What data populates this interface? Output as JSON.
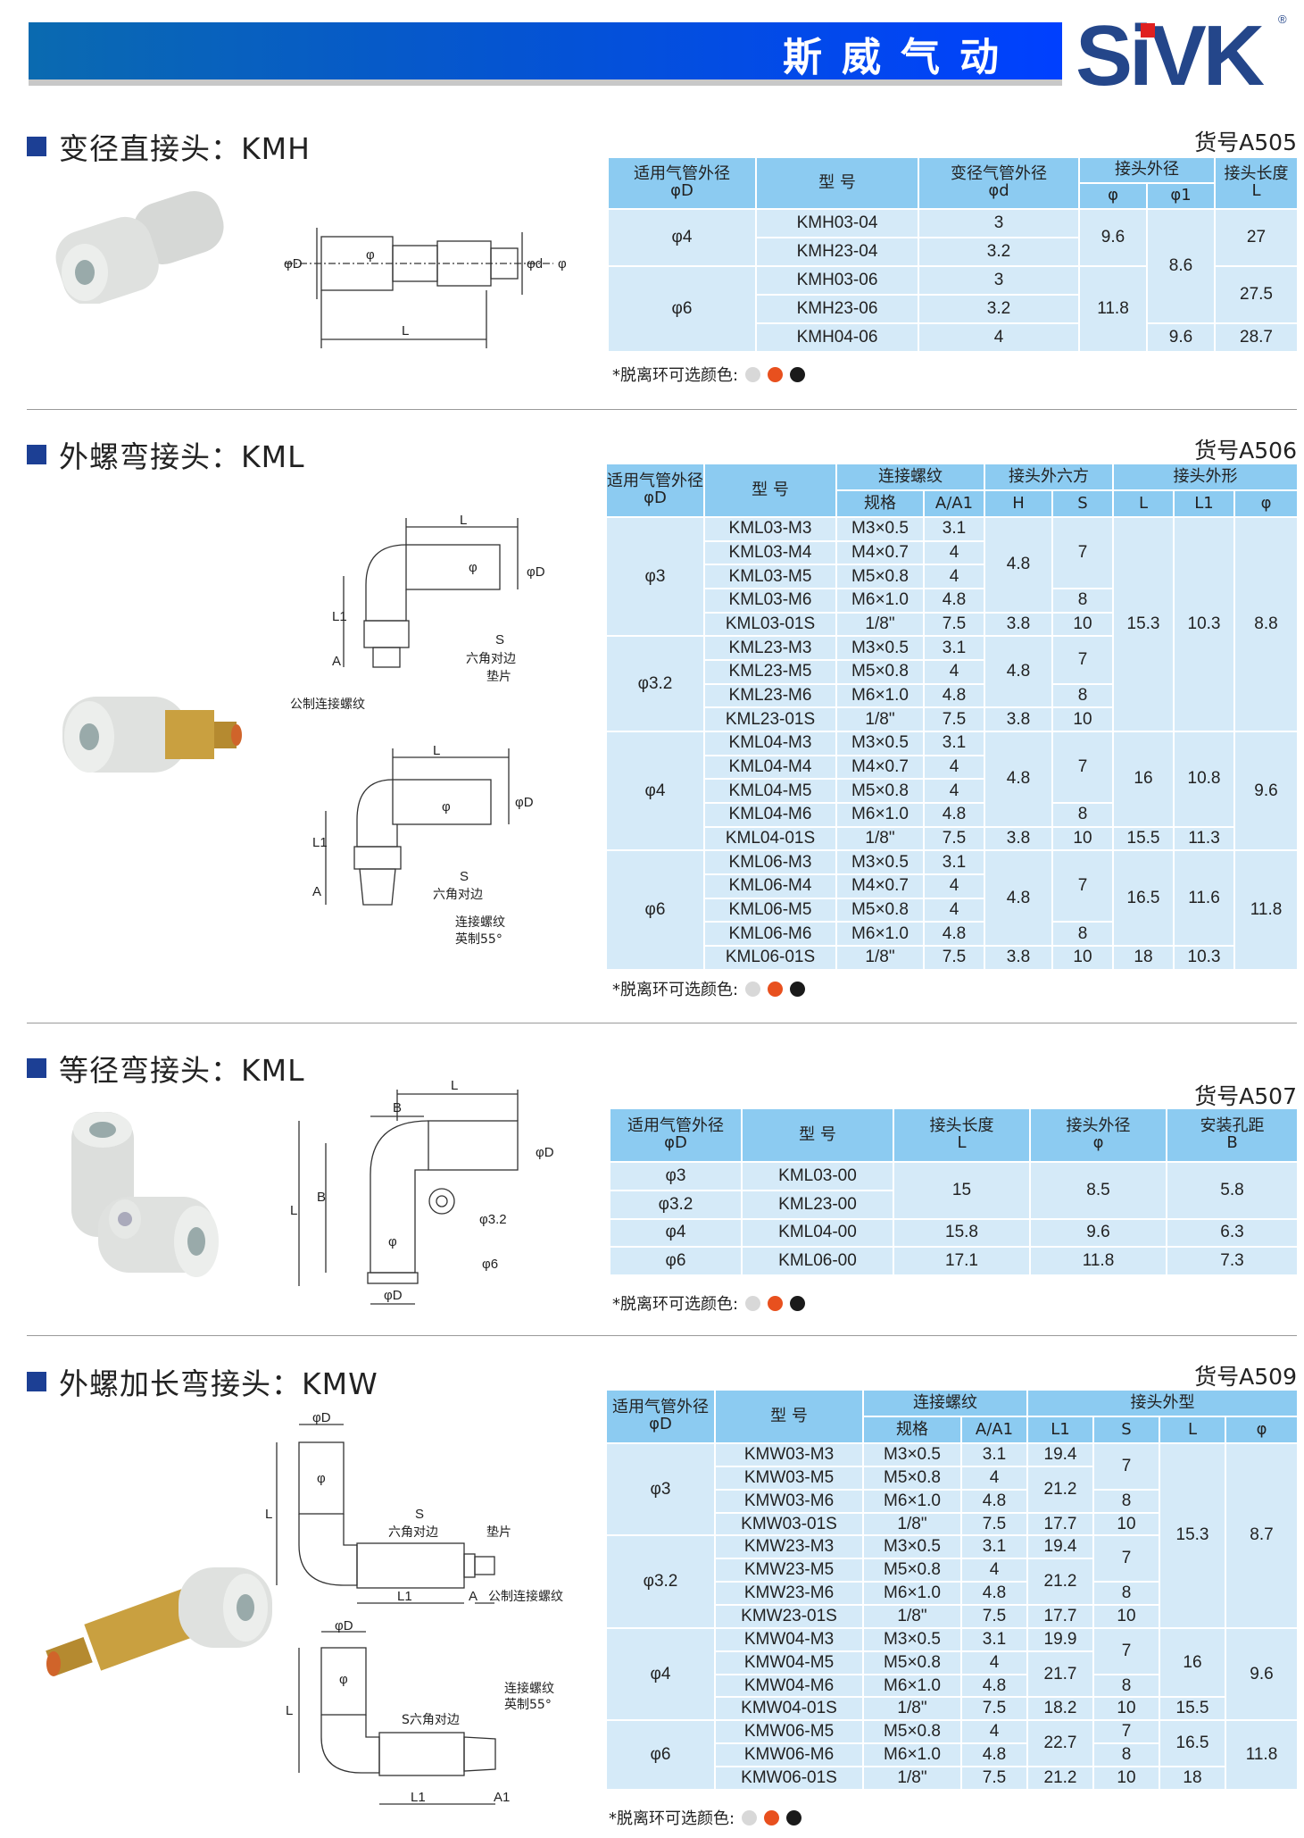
{
  "header": {
    "brand_cn": "斯威气动",
    "logo": "SiVK",
    "reg": "®"
  },
  "colors": {
    "header_blue": "#0040ff",
    "logo_navy": "#24468a",
    "table_head": "#8ccbf1",
    "table_body": "#d5eaf8",
    "ring_options": [
      "#d8d8d8",
      "#e8501e",
      "#1a1a1a"
    ]
  },
  "note_label": "*脱离环可选颜色:",
  "sections": [
    {
      "title": "变径直接头：KMH",
      "code": "货号A505",
      "drawing": {
        "phiD": "φD",
        "phi_a": "φ",
        "phid": "φd",
        "phi_b": "φ",
        "L": "L"
      },
      "table": {
        "head": [
          [
            {
              "t": "适用气管外径\nφD",
              "r": 2
            },
            {
              "t": "型 号",
              "r": 2
            },
            {
              "t": "变径气管外径\nφd",
              "r": 2
            },
            {
              "t": "接头外径",
              "c": 2
            },
            {
              "t": "接头长度\nL",
              "r": 2
            }
          ],
          [
            {
              "t": "φ"
            },
            {
              "t": "φ1"
            }
          ]
        ],
        "rows": [
          [
            {
              "t": "φ4",
              "r": 2
            },
            {
              "t": "KMH03-04"
            },
            {
              "t": "3"
            },
            {
              "t": "9.6",
              "r": 2
            },
            {
              "t": "8.6",
              "r": 4
            },
            {
              "t": "27",
              "r": 2
            }
          ],
          [
            {
              "t": "KMH23-04"
            },
            {
              "t": "3.2"
            }
          ],
          [
            {
              "t": "φ6",
              "r": 3
            },
            {
              "t": "KMH03-06"
            },
            {
              "t": "3"
            },
            {
              "t": "11.8",
              "r": 3
            },
            {
              "t": "27.5",
              "r": 2
            }
          ],
          [
            {
              "t": "KMH23-06"
            },
            {
              "t": "3.2"
            }
          ],
          [
            {
              "t": "KMH04-06"
            },
            {
              "t": "4"
            },
            {
              "t": "9.6"
            },
            {
              "t": "28.7"
            }
          ]
        ]
      }
    },
    {
      "title": "外螺弯接头：KML",
      "code": "货号A506",
      "drawing": {
        "top": {
          "L": "L",
          "phiD": "φD",
          "phi": "φ",
          "L1": "L1",
          "A": "A",
          "S": "S",
          "hex": "六角对边",
          "washer": "垫片",
          "metric": "公制连接螺纹"
        },
        "bottom": {
          "L": "L",
          "phiD": "φD",
          "phi": "φ",
          "L1": "L1",
          "A": "A",
          "S": "S",
          "hex": "六角对边",
          "thread": "连接螺纹",
          "imperial": "英制55°"
        }
      },
      "table": {
        "head": [
          [
            {
              "t": "适用气管外径\nφD",
              "r": 2
            },
            {
              "t": "型 号",
              "r": 2
            },
            {
              "t": "连接螺纹",
              "c": 2
            },
            {
              "t": "接头外六方",
              "c": 2
            },
            {
              "t": "接头外形",
              "c": 3
            }
          ],
          [
            {
              "t": "规格"
            },
            {
              "t": "A/A1"
            },
            {
              "t": "H"
            },
            {
              "t": "S"
            },
            {
              "t": "L"
            },
            {
              "t": "L1"
            },
            {
              "t": "φ"
            }
          ]
        ],
        "rows": [
          [
            {
              "t": "φ3",
              "r": 5
            },
            {
              "t": "KML03-M3"
            },
            {
              "t": "M3×0.5"
            },
            {
              "t": "3.1"
            },
            {
              "t": "4.8",
              "r": 4
            },
            {
              "t": "7",
              "r": 3
            },
            {
              "t": "15.3",
              "r": 9
            },
            {
              "t": "10.3",
              "r": 9
            },
            {
              "t": "8.8",
              "r": 9
            }
          ],
          [
            {
              "t": "KML03-M4"
            },
            {
              "t": "M4×0.7"
            },
            {
              "t": "4"
            }
          ],
          [
            {
              "t": "KML03-M5"
            },
            {
              "t": "M5×0.8"
            },
            {
              "t": "4"
            }
          ],
          [
            {
              "t": "KML03-M6"
            },
            {
              "t": "M6×1.0"
            },
            {
              "t": "4.8"
            },
            {
              "t": "8"
            }
          ],
          [
            {
              "t": "KML03-01S"
            },
            {
              "t": "1/8\""
            },
            {
              "t": "7.5"
            },
            {
              "t": "3.8"
            },
            {
              "t": "10"
            }
          ],
          [
            {
              "t": "φ3.2",
              "r": 4
            },
            {
              "t": "KML23-M3"
            },
            {
              "t": "M3×0.5"
            },
            {
              "t": "3.1"
            },
            {
              "t": "4.8",
              "r": 3
            },
            {
              "t": "7",
              "r": 2
            }
          ],
          [
            {
              "t": "KML23-M5"
            },
            {
              "t": "M5×0.8"
            },
            {
              "t": "4"
            }
          ],
          [
            {
              "t": "KML23-M6"
            },
            {
              "t": "M6×1.0"
            },
            {
              "t": "4.8"
            },
            {
              "t": "8"
            }
          ],
          [
            {
              "t": "KML23-01S"
            },
            {
              "t": "1/8\""
            },
            {
              "t": "7.5"
            },
            {
              "t": "3.8"
            },
            {
              "t": "10"
            }
          ],
          [
            {
              "t": "φ4",
              "r": 5
            },
            {
              "t": "KML04-M3"
            },
            {
              "t": "M3×0.5"
            },
            {
              "t": "3.1"
            },
            {
              "t": "4.8",
              "r": 4
            },
            {
              "t": "7",
              "r": 3
            },
            {
              "t": "16",
              "r": 4
            },
            {
              "t": "10.8",
              "r": 4
            },
            {
              "t": "9.6",
              "r": 5
            }
          ],
          [
            {
              "t": "KML04-M4"
            },
            {
              "t": "M4×0.7"
            },
            {
              "t": "4"
            }
          ],
          [
            {
              "t": "KML04-M5"
            },
            {
              "t": "M5×0.8"
            },
            {
              "t": "4"
            }
          ],
          [
            {
              "t": "KML04-M6"
            },
            {
              "t": "M6×1.0"
            },
            {
              "t": "4.8"
            },
            {
              "t": "8"
            }
          ],
          [
            {
              "t": "KML04-01S"
            },
            {
              "t": "1/8\""
            },
            {
              "t": "7.5"
            },
            {
              "t": "3.8"
            },
            {
              "t": "10"
            },
            {
              "t": "15.5"
            },
            {
              "t": "11.3"
            }
          ],
          [
            {
              "t": "φ6",
              "r": 5
            },
            {
              "t": "KML06-M3"
            },
            {
              "t": "M3×0.5"
            },
            {
              "t": "3.1"
            },
            {
              "t": "4.8",
              "r": 4
            },
            {
              "t": "7",
              "r": 3
            },
            {
              "t": "16.5",
              "r": 4
            },
            {
              "t": "11.6",
              "r": 4
            },
            {
              "t": "11.8",
              "r": 5
            }
          ],
          [
            {
              "t": "KML06-M4"
            },
            {
              "t": "M4×0.7"
            },
            {
              "t": "4"
            }
          ],
          [
            {
              "t": "KML06-M5"
            },
            {
              "t": "M5×0.8"
            },
            {
              "t": "4"
            }
          ],
          [
            {
              "t": "KML06-M6"
            },
            {
              "t": "M6×1.0"
            },
            {
              "t": "4.8"
            },
            {
              "t": "8"
            }
          ],
          [
            {
              "t": "KML06-01S"
            },
            {
              "t": "1/8\""
            },
            {
              "t": "7.5"
            },
            {
              "t": "3.8"
            },
            {
              "t": "10"
            },
            {
              "t": "18"
            },
            {
              "t": "10.3"
            }
          ]
        ]
      }
    },
    {
      "title": "等径弯接头：KML",
      "code": "货号A507",
      "drawing": {
        "L_top": "L",
        "B_top": "B",
        "phiD_right": "φD",
        "B_side": "B",
        "L_side": "L",
        "phi": "φ",
        "phi32": "φ3.2",
        "phi6": "φ6",
        "phiD_bottom": "φD"
      },
      "table": {
        "head": [
          [
            {
              "t": "适用气管外径\nφD"
            },
            {
              "t": "型 号"
            },
            {
              "t": "接头长度\nL"
            },
            {
              "t": "接头外径\nφ"
            },
            {
              "t": "安装孔距\nB"
            }
          ]
        ],
        "rows": [
          [
            {
              "t": "φ3"
            },
            {
              "t": "KML03-00"
            },
            {
              "t": "15",
              "r": 2
            },
            {
              "t": "8.5",
              "r": 2
            },
            {
              "t": "5.8",
              "r": 2
            }
          ],
          [
            {
              "t": "φ3.2"
            },
            {
              "t": "KML23-00"
            }
          ],
          [
            {
              "t": "φ4"
            },
            {
              "t": "KML04-00"
            },
            {
              "t": "15.8"
            },
            {
              "t": "9.6"
            },
            {
              "t": "6.3"
            }
          ],
          [
            {
              "t": "φ6"
            },
            {
              "t": "KML06-00"
            },
            {
              "t": "17.1"
            },
            {
              "t": "11.8"
            },
            {
              "t": "7.3"
            }
          ]
        ]
      }
    },
    {
      "title": "外螺加长弯接头：KMW",
      "code": "货号A509",
      "drawing": {
        "top": {
          "phiD": "φD",
          "phi": "φ",
          "L": "L",
          "S": "S",
          "hex": "六角对边",
          "washer": "垫片",
          "L1": "L1",
          "A": "A",
          "metric": "公制连接螺纹"
        },
        "bottom": {
          "phiD": "φD",
          "phi": "φ",
          "L": "L",
          "shex": "S六角对边",
          "thread": "连接螺纹",
          "imperial": "英制55°",
          "L1": "L1",
          "A1": "A1"
        }
      },
      "table": {
        "head": [
          [
            {
              "t": "适用气管外径\nφD",
              "r": 2
            },
            {
              "t": "型 号",
              "r": 2
            },
            {
              "t": "连接螺纹",
              "c": 2
            },
            {
              "t": "接头外型",
              "c": 4
            }
          ],
          [
            {
              "t": "规格"
            },
            {
              "t": "A/A1"
            },
            {
              "t": "L1"
            },
            {
              "t": "S"
            },
            {
              "t": "L"
            },
            {
              "t": "φ"
            }
          ]
        ],
        "rows": [
          [
            {
              "t": "φ3",
              "r": 4
            },
            {
              "t": "KMW03-M3"
            },
            {
              "t": "M3×0.5"
            },
            {
              "t": "3.1"
            },
            {
              "t": "19.4"
            },
            {
              "t": "7",
              "r": 2
            },
            {
              "t": "15.3",
              "r": 8
            },
            {
              "t": "8.7",
              "r": 8
            }
          ],
          [
            {
              "t": "KMW03-M5"
            },
            {
              "t": "M5×0.8"
            },
            {
              "t": "4"
            },
            {
              "t": "21.2",
              "r": 2
            }
          ],
          [
            {
              "t": "KMW03-M6"
            },
            {
              "t": "M6×1.0"
            },
            {
              "t": "4.8"
            },
            {
              "t": "8"
            }
          ],
          [
            {
              "t": "KMW03-01S"
            },
            {
              "t": "1/8\""
            },
            {
              "t": "7.5"
            },
            {
              "t": "17.7"
            },
            {
              "t": "10"
            }
          ],
          [
            {
              "t": "φ3.2",
              "r": 4
            },
            {
              "t": "KMW23-M3"
            },
            {
              "t": "M3×0.5"
            },
            {
              "t": "3.1"
            },
            {
              "t": "19.4"
            },
            {
              "t": "7",
              "r": 2
            }
          ],
          [
            {
              "t": "KMW23-M5"
            },
            {
              "t": "M5×0.8"
            },
            {
              "t": "4"
            },
            {
              "t": "21.2",
              "r": 2
            }
          ],
          [
            {
              "t": "KMW23-M6"
            },
            {
              "t": "M6×1.0"
            },
            {
              "t": "4.8"
            },
            {
              "t": "8"
            }
          ],
          [
            {
              "t": "KMW23-01S"
            },
            {
              "t": "1/8\""
            },
            {
              "t": "7.5"
            },
            {
              "t": "17.7"
            },
            {
              "t": "10"
            }
          ],
          [
            {
              "t": "φ4",
              "r": 4
            },
            {
              "t": "KMW04-M3"
            },
            {
              "t": "M3×0.5"
            },
            {
              "t": "3.1"
            },
            {
              "t": "19.9"
            },
            {
              "t": "7",
              "r": 2
            },
            {
              "t": "16",
              "r": 3
            },
            {
              "t": "9.6",
              "r": 4
            }
          ],
          [
            {
              "t": "KMW04-M5"
            },
            {
              "t": "M5×0.8"
            },
            {
              "t": "4"
            },
            {
              "t": "21.7",
              "r": 2
            }
          ],
          [
            {
              "t": "KMW04-M6"
            },
            {
              "t": "M6×1.0"
            },
            {
              "t": "4.8"
            },
            {
              "t": "8"
            }
          ],
          [
            {
              "t": "KMW04-01S"
            },
            {
              "t": "1/8\""
            },
            {
              "t": "7.5"
            },
            {
              "t": "18.2"
            },
            {
              "t": "10"
            },
            {
              "t": "15.5"
            }
          ],
          [
            {
              "t": "φ6",
              "r": 3
            },
            {
              "t": "KMW06-M5"
            },
            {
              "t": "M5×0.8"
            },
            {
              "t": "4"
            },
            {
              "t": "22.7",
              "r": 2
            },
            {
              "t": "7"
            },
            {
              "t": "16.5",
              "r": 2
            },
            {
              "t": "11.8",
              "r": 3
            }
          ],
          [
            {
              "t": "KMW06-M6"
            },
            {
              "t": "M6×1.0"
            },
            {
              "t": "4.8"
            },
            {
              "t": "8"
            }
          ],
          [
            {
              "t": "KMW06-01S"
            },
            {
              "t": "1/8\""
            },
            {
              "t": "7.5"
            },
            {
              "t": "21.2"
            },
            {
              "t": "10"
            },
            {
              "t": "18"
            }
          ]
        ]
      }
    }
  ]
}
